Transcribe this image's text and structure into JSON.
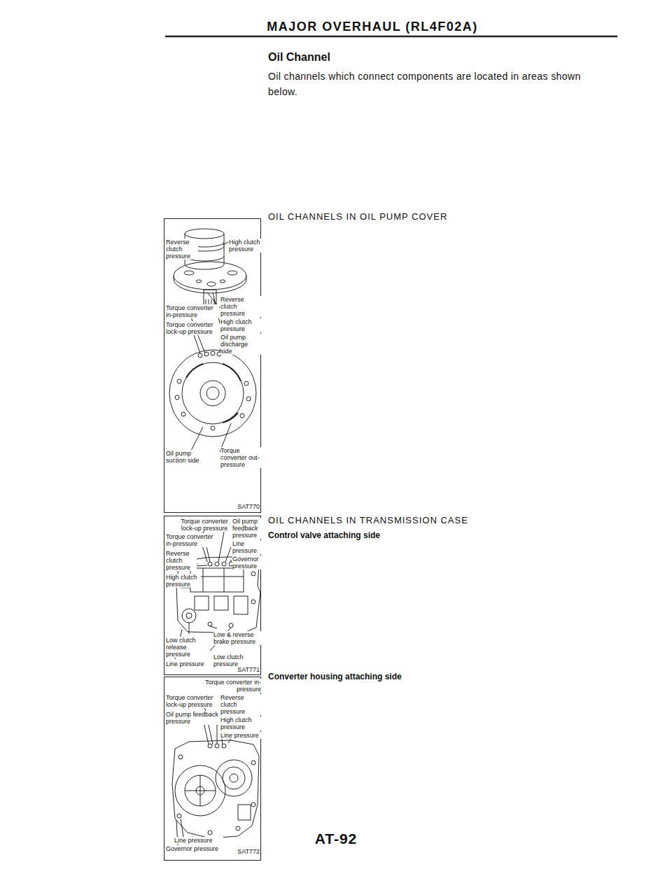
{
  "diagram": {
    "title": "MAJOR OVERHAUL (RL4F02A)",
    "nodes": [
      {
        "text": [
          "Reverse clutch pressure",
          "High clutch pressure",
          "Torque converter in-pressure",
          "Torque converter lock-up pressure",
          "Reverse clutch pressure",
          "High clutch pressure",
          "Oil pump discharge side",
          "Oil pump suction side",
          "Torque converter out-pressure",
          "SAT770"
        ]
      },
      {
        "text": [
          "Torque converter lock-up pressure",
          "Oil pump feedback pressure",
          "Torque converter in-pressure",
          "Line pressure",
          "Governor pressure",
          "Reverse clutch pressure",
          "High clutch pressure",
          "Low clutch release pressure",
          "Low & reverse brake pressure",
          "Low clutch pressure",
          "Line pressure",
          "SAT771"
        ]
      },
      {
        "text": [
          "Torque converter in-pressure",
          "Torque converter lock-up pressure",
          "Reverse clutch pressure",
          "High clutch pressure",
          "Oil pump feedback pressure",
          "Line pressure",
          "Line pressure",
          "Governor pressure",
          "SAT772"
        ]
      }
    ],
    "labels": [
      "Oil Channel",
      "Oil channels which connect components are located in areas shown below.",
      "OIL CHANNELS IN OIL PUMP COVER",
      "OIL CHANNELS IN TRANSMISSION CASE",
      "Control valve attaching side",
      "Converter housing attaching side",
      "AT-92"
    ]
  }
}
